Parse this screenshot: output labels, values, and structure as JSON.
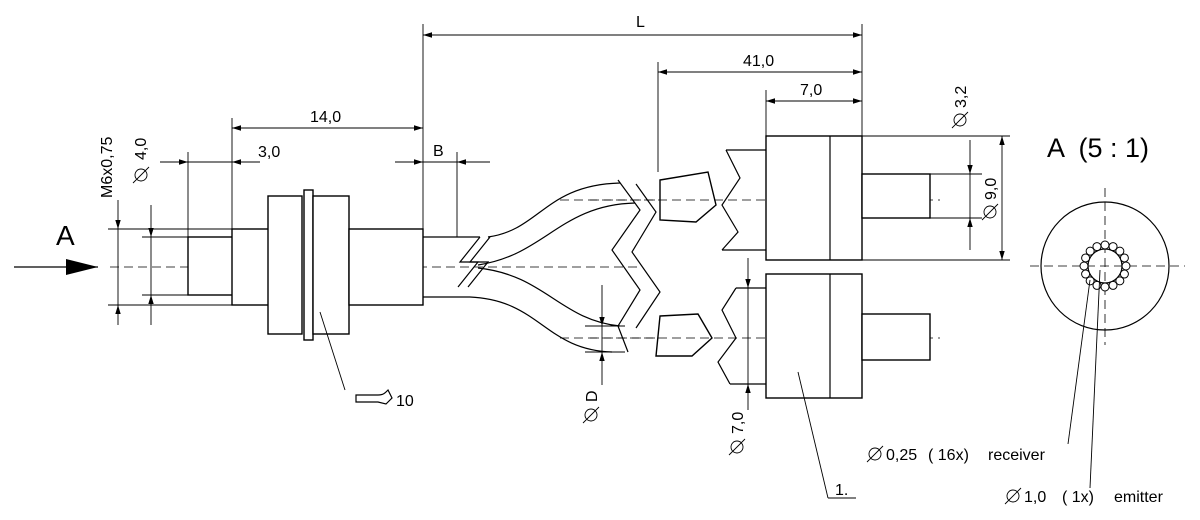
{
  "dimensions": {
    "L": "L",
    "d41": "41,0",
    "d7": "7,0",
    "d14": "14,0",
    "d3": "3,0",
    "B": "B",
    "thread": "M6x0,75",
    "dia4": "4,0",
    "dia32": "3,2",
    "dia9": "9,0",
    "diaD": "D",
    "dia7": "7,0"
  },
  "view_arrow": "A",
  "view_label": "A  (5 : 1)",
  "wrench": "10",
  "part_label": "1.",
  "callouts": {
    "receiver": {
      "dia": "0,25",
      "count": "( 16x)",
      "name": "receiver"
    },
    "emitter": {
      "dia": "1,0",
      "count": "( 1x)",
      "name": "emitter"
    }
  }
}
